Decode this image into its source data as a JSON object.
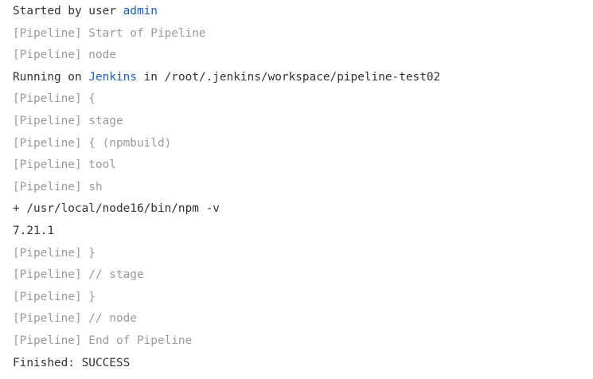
{
  "console": {
    "started_prefix": "Started by user ",
    "started_user": "admin",
    "lines_a": [
      "[Pipeline] Start of Pipeline",
      "[Pipeline] node"
    ],
    "running_prefix": "Running on ",
    "running_node": "Jenkins",
    "running_suffix": " in /root/.jenkins/workspace/pipeline-test02",
    "lines_b": [
      "[Pipeline] {",
      "[Pipeline] stage",
      "[Pipeline] { (npmbuild)",
      "[Pipeline] tool",
      "[Pipeline] sh"
    ],
    "command": "+ /usr/local/node16/bin/npm -v",
    "command_output": "7.21.1",
    "lines_c": [
      "[Pipeline] }",
      "[Pipeline] // stage",
      "[Pipeline] }",
      "[Pipeline] // node",
      "[Pipeline] End of Pipeline"
    ],
    "finished": "Finished: SUCCESS"
  },
  "colors": {
    "text": "#333333",
    "pipeline_step": "#9a9a9a",
    "link": "#1a5ec0"
  }
}
